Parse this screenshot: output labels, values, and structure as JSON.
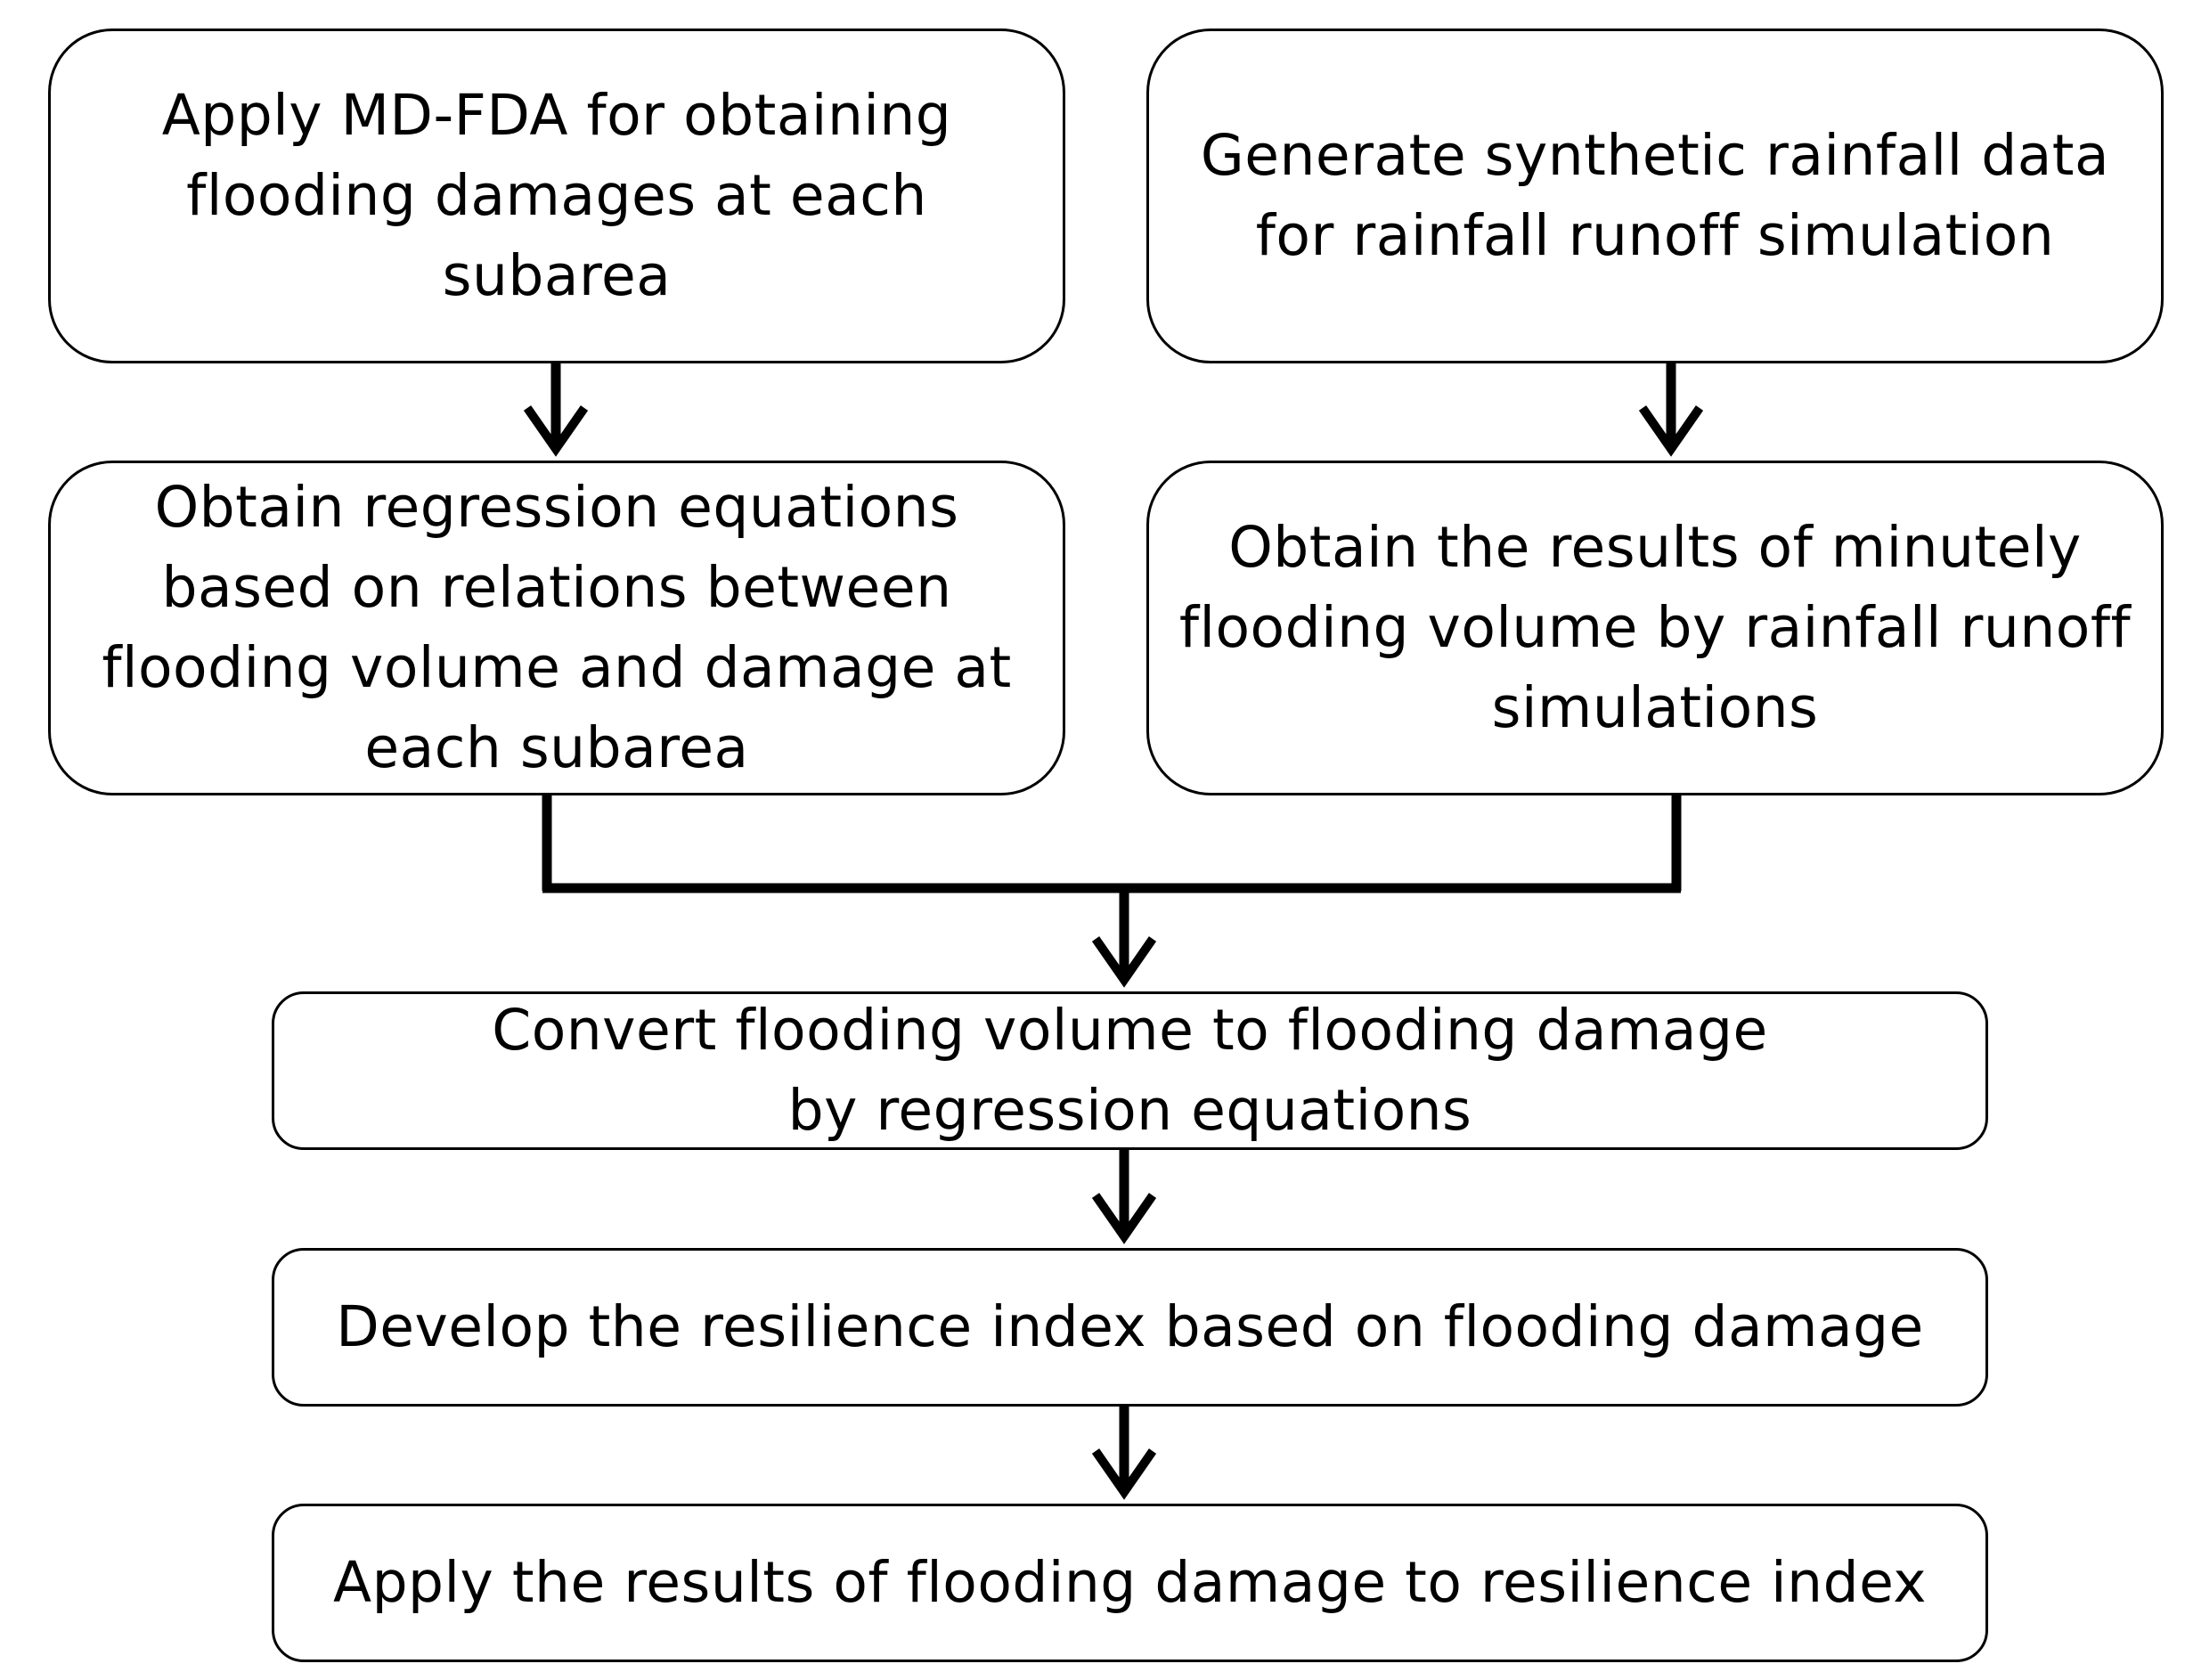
{
  "diagram": {
    "boxes": {
      "md_fda": "Apply MD-FDA for obtaining\nflooding damages at each subarea",
      "synthetic_rainfall": "Generate synthetic rainfall data\nfor rainfall runoff simulation",
      "regression_equations": "Obtain regression equations\nbased on relations between\nflooding volume and damage at\neach subarea",
      "minutely_flooding": "Obtain the results of minutely\nflooding volume by rainfall runoff\nsimulations",
      "convert_volume": "Convert flooding volume to flooding damage\nby regression equations",
      "develop_index": "Develop the resilience index based on flooding damage",
      "apply_results": "Apply the results of flooding damage to resilience index"
    }
  }
}
